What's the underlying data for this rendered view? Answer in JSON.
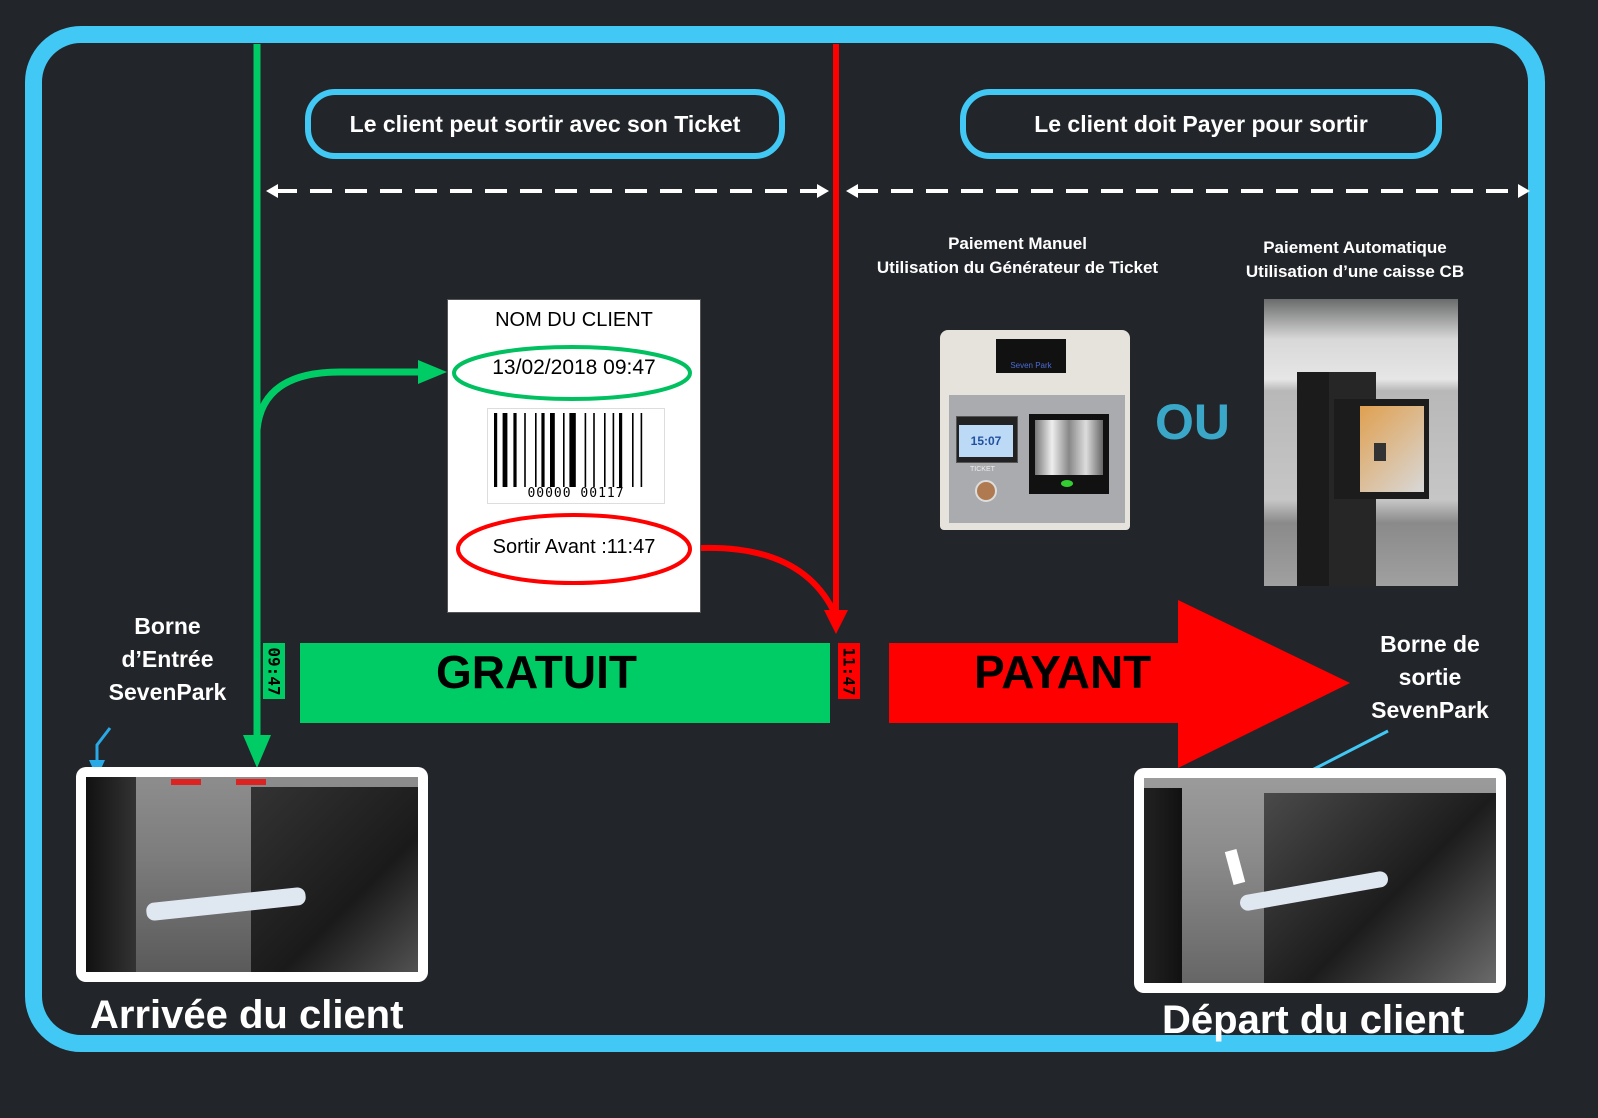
{
  "colors": {
    "background": "#22252a",
    "frame": "#41c8f4",
    "free": "#00cc66",
    "paid": "#ff0000",
    "ou": "#3aa7c9"
  },
  "zones": {
    "free_zone_label": "Le client peut sortir avec son Ticket",
    "paid_zone_label": "Le client doit Payer pour sortir"
  },
  "payment": {
    "manual": {
      "title": "Paiement Manuel",
      "subtitle": "Utilisation du Générateur de Ticket"
    },
    "automatic": {
      "title": "Paiement Automatique",
      "subtitle": "Utilisation d’une caisse CB"
    },
    "or_label": "OU",
    "manual_device": {
      "brand": "Seven Park",
      "screen_time": "15:07",
      "button_label": "TICKET"
    }
  },
  "ticket": {
    "client_name": "NOM DU CLIENT",
    "entry_datetime": "13/02/2018  09:47",
    "barcode_number": "00000 00117",
    "exit_before": "Sortir Avant :11:47"
  },
  "timeline": {
    "entry_time": "09:47",
    "limit_time": "11:47",
    "free_label": "GRATUIT",
    "paid_label": "PAYANT"
  },
  "entry": {
    "kiosk_label_lines": [
      "Borne",
      "d’Entrée",
      "SevenPark"
    ],
    "title": "Arrivée du client"
  },
  "exit": {
    "kiosk_label_lines": [
      "Borne de",
      "sortie",
      "SevenPark"
    ],
    "title": "Départ du client"
  },
  "icons": {
    "entry_arrow": "arrow-down-icon",
    "ticket_arrow": "arrow-right-icon",
    "exit_arrow": "arrow-down-icon",
    "range_arrow": "double-arrow-dashed-icon"
  }
}
